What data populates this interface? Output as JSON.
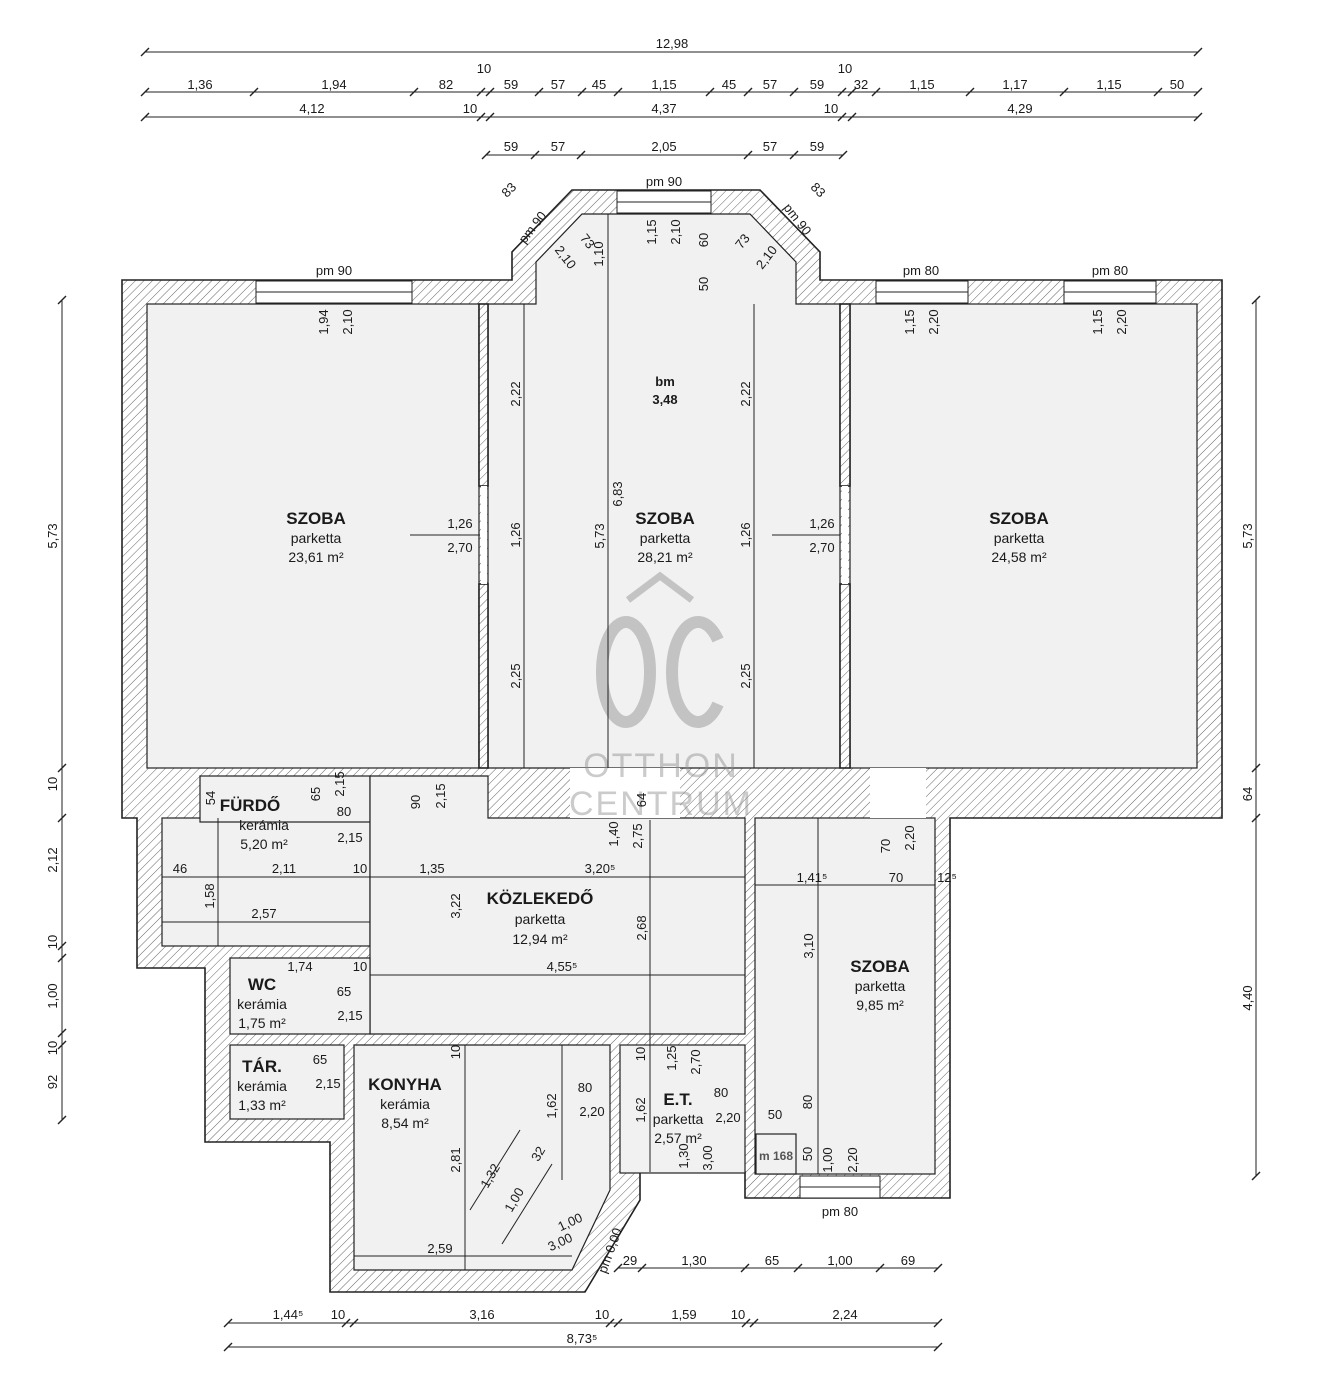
{
  "rooms": {
    "szoba_left": {
      "name": "SZOBA",
      "floor": "parketta",
      "area": "23,61 m²"
    },
    "szoba_mid": {
      "name": "SZOBA",
      "floor": "parketta",
      "area": "28,21 m²"
    },
    "szoba_right": {
      "name": "SZOBA",
      "floor": "parketta",
      "area": "24,58 m²"
    },
    "furdo": {
      "name": "FÜRDŐ",
      "floor": "kerámia",
      "area": "5,20 m²"
    },
    "kozlekedo": {
      "name": "KÖZLEKEDŐ",
      "floor": "parketta",
      "area": "12,94 m²"
    },
    "szoba_small": {
      "name": "SZOBA",
      "floor": "parketta",
      "area": "9,85 m²"
    },
    "wc": {
      "name": "WC",
      "floor": "kerámia",
      "area": "1,75 m²"
    },
    "tar": {
      "name": "TÁR.",
      "floor": "kerámia",
      "area": "1,33 m²"
    },
    "konyha": {
      "name": "KONYHA",
      "floor": "kerámia",
      "area": "8,54 m²"
    },
    "et": {
      "name": "E.T.",
      "floor": "parketta",
      "area": "2,57 m²"
    }
  },
  "ceiling": {
    "label": "bm",
    "value": "3,48"
  },
  "labels": {
    "pm90_a": "pm 90",
    "pm90_b": "pm 90",
    "pm90_c": "pm 90",
    "pm90_d": "pm 90",
    "pm80_a": "pm 80",
    "pm80_b": "pm 80",
    "pm80_c": "pm 80",
    "pm000": "pm 0,00",
    "m168": "m 168"
  },
  "watermark": {
    "line1": "OTTHON",
    "line2": "CENTRUM"
  },
  "dims_top": {
    "total": "12,98",
    "t10a": "10",
    "t10b": "10",
    "r1": [
      "1,36",
      "1,94",
      "82",
      "59",
      "57",
      "45",
      "1,15",
      "45",
      "57",
      "59",
      "32",
      "1,15",
      "1,17",
      "1,15",
      "50"
    ],
    "r2": [
      "4,12",
      "10",
      "4,37",
      "10",
      "4,29"
    ],
    "r3": [
      "59",
      "57",
      "2,05",
      "57",
      "59"
    ],
    "d83a": "83",
    "d83b": "83"
  },
  "dims_left": [
    "5,73",
    "10",
    "2,12",
    "10",
    "1,00",
    "10",
    "92"
  ],
  "dims_right": [
    "5,73",
    "64",
    "4,40"
  ],
  "dims_bottom": {
    "row1": [
      "29",
      "1,30",
      "65",
      "1,00",
      "69"
    ],
    "row2": [
      "1,44⁵",
      "10",
      "3,16",
      "10",
      "1,59",
      "10",
      "2,24"
    ],
    "total": "8,73⁵"
  },
  "inner": {
    "w194": "1,94",
    "w210a": "2,10",
    "w115a": "1,15",
    "w220a": "2,20",
    "w115b": "1,15",
    "w220b": "2,20",
    "n115": "1,15",
    "n210": "2,10",
    "n73a": "73",
    "n110": "1,10",
    "n210b": "2,10",
    "n73b": "73",
    "n210c": "2,10",
    "n60": "60",
    "n50": "50",
    "pm90_side_a": "pm 90",
    "pm90_side_b": "pm 90",
    "v222a": "2,22",
    "v222b": "2,22",
    "v683": "6,83",
    "v573": "5,73",
    "v126a": "1,26",
    "v126b": "1,26",
    "v225a": "2,25",
    "v225b": "2,25",
    "d126a": "1,26",
    "d270a": "2,70",
    "d126b": "1,26",
    "d270b": "2,70",
    "f54": "54",
    "f65": "65",
    "f215a": "2,15",
    "f80": "80",
    "f215b": "2,15",
    "f90": "90",
    "f215c": "2,15",
    "f46": "46",
    "f211": "2,11",
    "f10": "10",
    "f158": "1,58",
    "f257": "2,57",
    "k135": "1,35",
    "k3205": "3,20⁵",
    "k140": "1,40",
    "k275": "2,75",
    "k64": "64",
    "k322": "3,22",
    "k268": "2,68",
    "s1415": "1,41⁵",
    "s70a": "70",
    "s220": "2,20",
    "s70b": "70",
    "s125": "12⁵",
    "s310": "3,10",
    "wc174": "1,74",
    "wc10": "10",
    "wc4555": "4,55⁵",
    "wc65": "65",
    "wc215": "2,15",
    "t65": "65",
    "t215": "2,15",
    "ko10": "10",
    "ko162": "1,62",
    "ko80": "80",
    "ko220": "2,20",
    "ko281": "2,81",
    "ko132": "1,32",
    "ko32": "32",
    "ko100": "1,00",
    "ko100b": "1,00",
    "ko300": "3,00",
    "ko259": "2,59",
    "e10": "10",
    "e162": "1,62",
    "e125": "1,25",
    "e270": "2,70",
    "e80": "80",
    "e220": "2,20",
    "e130": "1,30",
    "e300": "3,00",
    "e50": "50",
    "s80": "80",
    "s50": "50",
    "s100": "1,00",
    "s220b": "2,20"
  }
}
